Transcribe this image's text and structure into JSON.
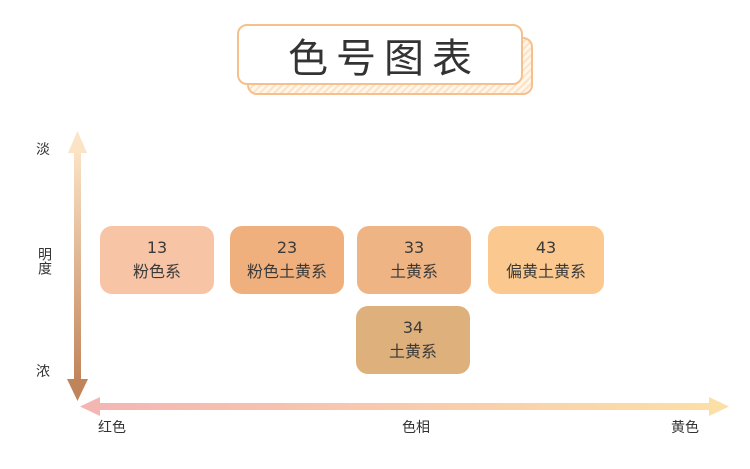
{
  "title": "色号图表",
  "axes": {
    "y_top": "淡",
    "y_middle": "明度",
    "y_bottom": "浓",
    "x_left": "红色",
    "x_middle": "色相",
    "x_right": "黄色"
  },
  "colors": {
    "box_13": "#f8c4a6",
    "box_23": "#efb07d",
    "box_33": "#efb483",
    "box_43": "#fbc98f",
    "box_34": "#ddb07c",
    "title_border": "#f6c08c"
  },
  "boxes": [
    {
      "number": "13",
      "label": "粉色系"
    },
    {
      "number": "23",
      "label": "粉色土黄系"
    },
    {
      "number": "33",
      "label": "土黄系"
    },
    {
      "number": "43",
      "label": "偏黄土黄系"
    },
    {
      "number": "34",
      "label": "土黄系"
    }
  ]
}
